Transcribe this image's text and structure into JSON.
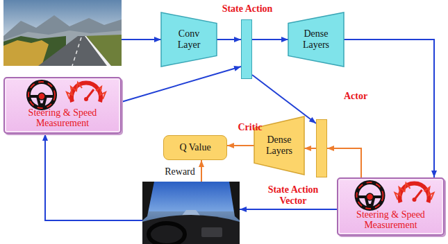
{
  "diagram": {
    "nodes": [
      {
        "text": [
          "Conv Layer"
        ]
      },
      {
        "text": [
          "State Action"
        ]
      },
      {
        "text": [
          "Dense Layers"
        ]
      },
      {
        "text": [
          "Steering & Speed Measurement"
        ]
      },
      {
        "text": [
          "Actor"
        ]
      },
      {
        "text": [
          "Dense Layers"
        ]
      },
      {
        "text": [
          "Q Value"
        ]
      },
      {
        "text": [
          "Steering & Speed Measurement"
        ]
      }
    ],
    "edges": [
      {
        "from": 0,
        "to": 1,
        "arrow": "to"
      },
      {
        "from": 3,
        "to": 1,
        "arrow": "to"
      },
      {
        "from": 1,
        "to": 2,
        "arrow": "to"
      },
      {
        "from": 1,
        "to": 4,
        "arrow": "to"
      },
      {
        "from": 2,
        "to": 7,
        "arrow": "to"
      },
      {
        "from": 7,
        "to": 4,
        "arrow": "to"
      },
      {
        "from": 4,
        "to": 5,
        "arrow": "to"
      },
      {
        "from": 5,
        "to": 6,
        "arrow": "to"
      }
    ],
    "labels": [
      "Critic",
      "Reward",
      "State Action Vector"
    ]
  }
}
